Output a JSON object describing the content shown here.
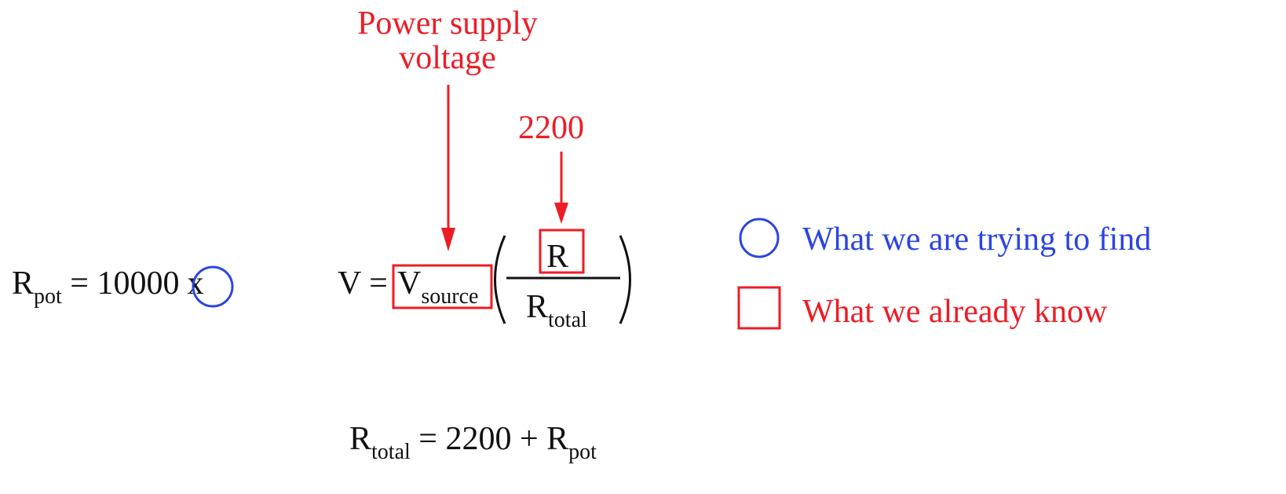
{
  "colors": {
    "known": "#ee1c25",
    "unknown": "#2b45e0",
    "text": "#111111"
  },
  "eq_pot": {
    "lhs_main": "R",
    "lhs_sub": "pot",
    "equals": "=",
    "coef": "10000",
    "var": "x"
  },
  "eq_divider": {
    "lhs": "V",
    "equals": "=",
    "vsrc_main": "V",
    "vsrc_sub": "source",
    "numerator": "R",
    "denom_main": "R",
    "denom_sub": "total",
    "open_paren": "(",
    "close_paren": ")"
  },
  "eq_total": {
    "lhs_main": "R",
    "lhs_sub": "total",
    "rhs": "= 2200 + ",
    "rpot_main": "R",
    "rpot_sub": "pot"
  },
  "annotations": {
    "power_supply_line1": "Power supply",
    "power_supply_line2": "voltage",
    "r_value": "2200"
  },
  "legend": {
    "unknown_label": "What we are trying to find",
    "known_label": "What we already know"
  }
}
